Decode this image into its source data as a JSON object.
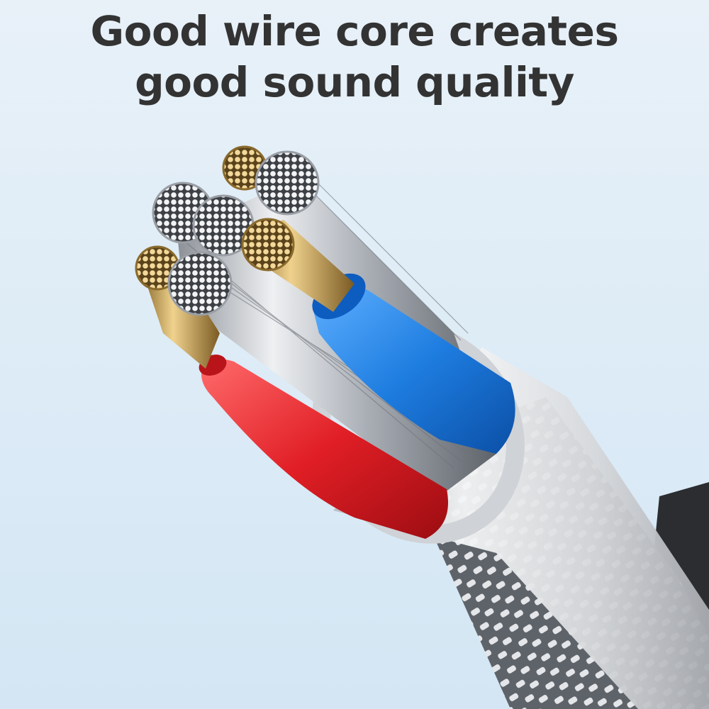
{
  "headline": {
    "line1": "Good wire core creates",
    "line2": "good sound quality"
  },
  "colors": {
    "background": "#dcebf6",
    "headline": "#333333",
    "insulation_blue": "#1e7de0",
    "insulation_red": "#e01e25",
    "strand_silver": "#c8ccd2",
    "strand_gold": "#c9a35a",
    "outer_sleeve": "#e6e8eb",
    "braid": "#7a7f86"
  },
  "illustration": {
    "subject": "cable-cross-section"
  }
}
